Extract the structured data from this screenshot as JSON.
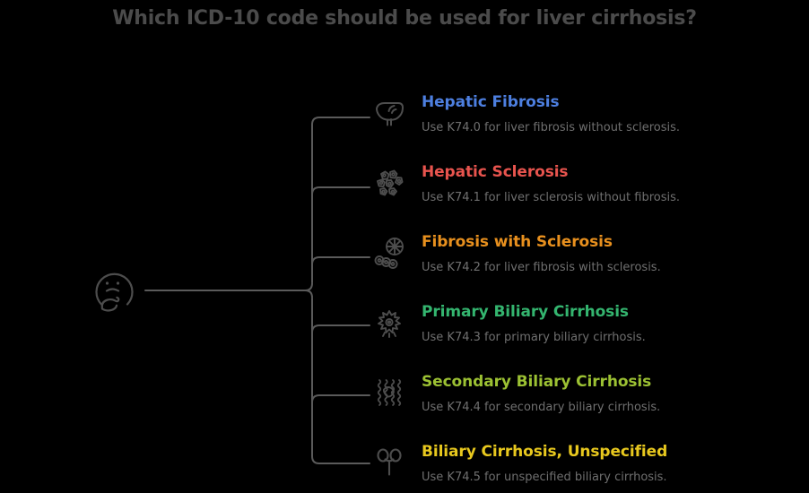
{
  "title": "Which ICD-10 code should be used for liver cirrhosis?",
  "theme": {
    "background": "#000000",
    "title_color": "#4b4b4b",
    "description_color": "#6f6f6f",
    "connector_color": "#5a5a5a",
    "icon_color": "#4d4d4d"
  },
  "root": {
    "icon": "thinking-face-icon"
  },
  "branches": [
    {
      "icon": "liver-icon",
      "label": "Hepatic Fibrosis",
      "color": "#4d7fe0",
      "description": "Use K74.0 for liver fibrosis without sclerosis.",
      "code": "K74.0"
    },
    {
      "icon": "cell-cluster-icon",
      "label": "Hepatic Sclerosis",
      "color": "#e8544e",
      "description": "Use K74.1 for liver sclerosis without fibrosis.",
      "code": "K74.1"
    },
    {
      "icon": "cell-chain-icon",
      "label": "Fibrosis with Sclerosis",
      "color": "#e8901e",
      "description": "Use K74.2 for liver fibrosis with sclerosis.",
      "code": "K74.2"
    },
    {
      "icon": "spiky-cell-icon",
      "label": "Primary Biliary Cirrhosis",
      "color": "#34b56f",
      "description": "Use K74.3 for primary biliary cirrhosis.",
      "code": "K74.3"
    },
    {
      "icon": "fibrous-tissue-icon",
      "label": "Secondary Biliary Cirrhosis",
      "color": "#9cc133",
      "description": "Use K74.4 for secondary biliary cirrhosis.",
      "code": "K74.4"
    },
    {
      "icon": "gallbladder-icon",
      "label": "Biliary Cirrhosis, Unspecified",
      "color": "#e8c81e",
      "description": "Use K74.5 for unspecified biliary cirrhosis.",
      "code": "K74.5"
    }
  ]
}
